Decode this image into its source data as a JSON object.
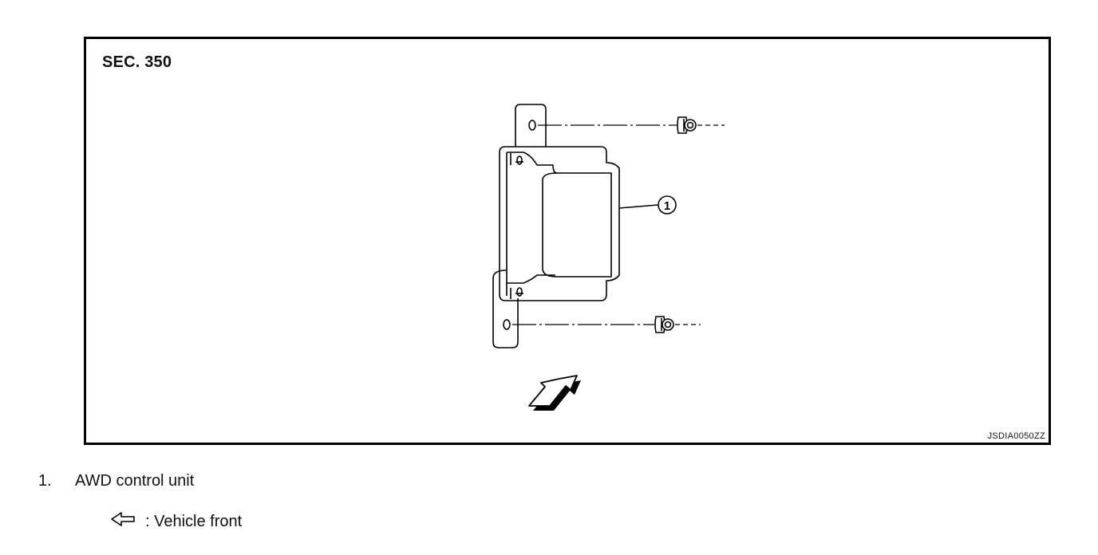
{
  "diagram": {
    "section": "SEC. 350",
    "figure_code": "JSDIA0050ZZ",
    "callouts": [
      {
        "number": "1",
        "symbol": "①"
      }
    ]
  },
  "legend": {
    "items": [
      {
        "number": "1.",
        "label": "AWD control unit"
      }
    ],
    "direction": {
      "icon": "hollow-arrow-left-icon",
      "label": ": Vehicle front"
    }
  }
}
